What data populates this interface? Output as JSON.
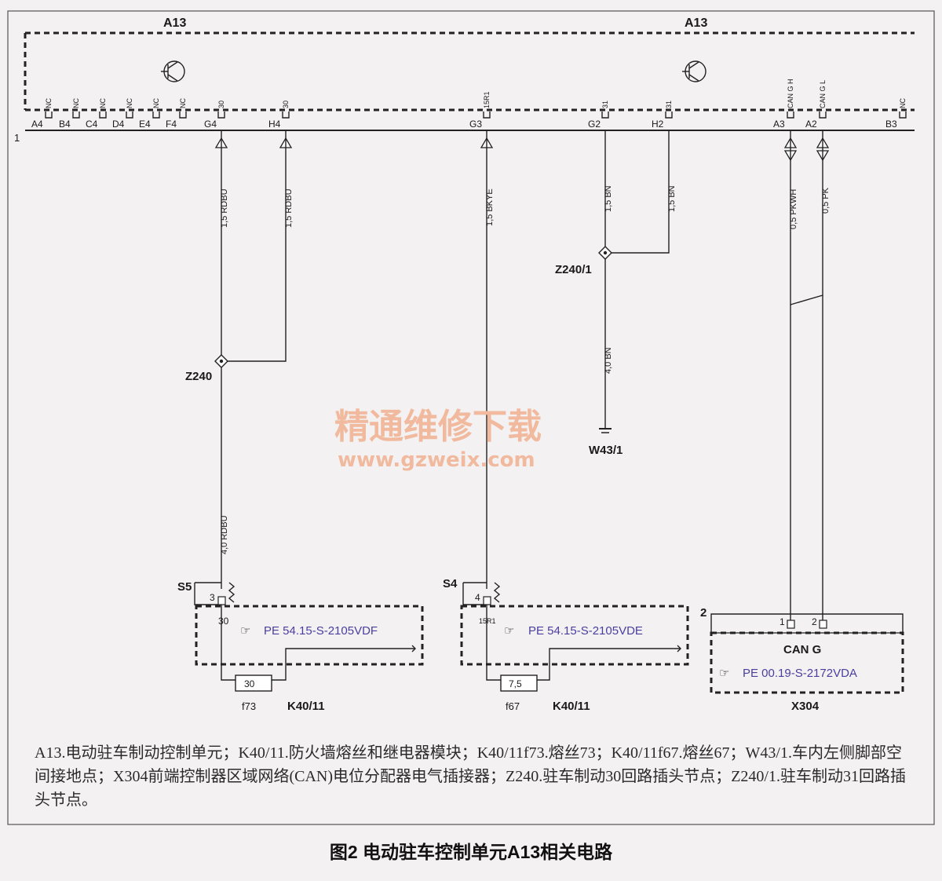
{
  "diagram": {
    "module_label": "A13",
    "frame_label": "1",
    "nc_label": "NC",
    "pins": [
      {
        "id": "A4",
        "sig": "NC"
      },
      {
        "id": "B4",
        "sig": "NC"
      },
      {
        "id": "C4",
        "sig": "NC"
      },
      {
        "id": "D4",
        "sig": "NC"
      },
      {
        "id": "E4",
        "sig": "NC"
      },
      {
        "id": "F4",
        "sig": "NC"
      },
      {
        "id": "G4",
        "sig": "30"
      },
      {
        "id": "H4",
        "sig": "30"
      },
      {
        "id": "G3",
        "sig": "15R1"
      },
      {
        "id": "G2",
        "sig": "31"
      },
      {
        "id": "H2",
        "sig": "31"
      },
      {
        "id": "A3",
        "sig": "CAN G H"
      },
      {
        "id": "A2",
        "sig": "CAN G L"
      },
      {
        "id": "B3",
        "sig": "NC"
      }
    ],
    "wires": {
      "g4": "1,5 RDBU",
      "h4": "1,5 RDBU",
      "g3": "1,5 BKYE",
      "g2": "1,5 BN",
      "h2": "1,5 BN",
      "a3": "0,5 PKWH",
      "a2": "0,5 PK",
      "z240_down": "4,0 RDBU",
      "z2401_down": "4,0 BN"
    },
    "nodes": {
      "z240": "Z240",
      "z2401": "Z240/1",
      "ground": "W43/1"
    },
    "fuse_box_left": {
      "switch": "S5",
      "pin": "3",
      "signal": "30",
      "ref": "PE 54.15-S-2105VDF",
      "fuse_value": "30",
      "fuse": "f73",
      "module": "K40/11"
    },
    "fuse_box_right": {
      "switch": "S4",
      "pin": "4",
      "signal": "15R1",
      "ref": "PE 54.15-S-2105VDE",
      "fuse_value": "7,5",
      "fuse": "f67",
      "module": "K40/11"
    },
    "can_box": {
      "frame": "2",
      "pin1": "1",
      "pin2": "2",
      "title": "CAN G",
      "ref": "PE 00.19-S-2172VDA",
      "connector": "X304"
    }
  },
  "watermark": {
    "line1": "精通维修下载",
    "line2": "www.gzweix.com"
  },
  "legend": "A13.电动驻车制动控制单元；K40/11.防火墙熔丝和继电器模块；K40/11f73.熔丝73；K40/11f67.熔丝67；W43/1.车内左侧脚部空间接地点；X304前端控制器区域网络(CAN)电位分配器电气插接器；Z240.驻车制动30回路插头节点；Z240/1.驻车制动31回路插头节点。",
  "caption": "图2 电动驻车控制单元A13相关电路"
}
